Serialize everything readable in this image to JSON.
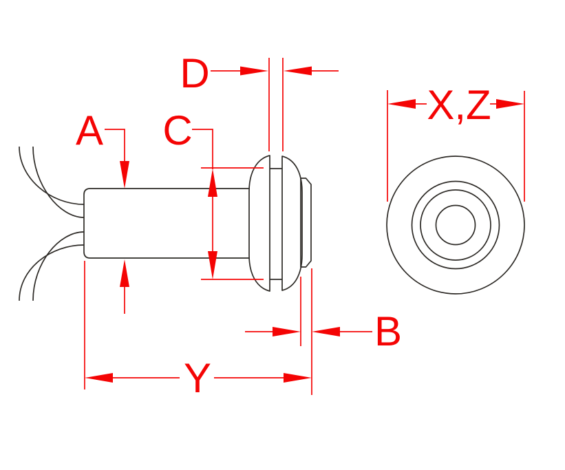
{
  "drawing": {
    "kind": "dimensioned technical drawing, side view and front view of a cylindrical panel-mount part with two wire pairs",
    "labels": {
      "a": "A",
      "b": "B",
      "c": "C",
      "d": "D",
      "y": "Y",
      "xz": "X,Z"
    },
    "colors": {
      "dimension_red": "#f40404",
      "outline_black": "#2d2a26",
      "background": "#ffffff"
    }
  }
}
